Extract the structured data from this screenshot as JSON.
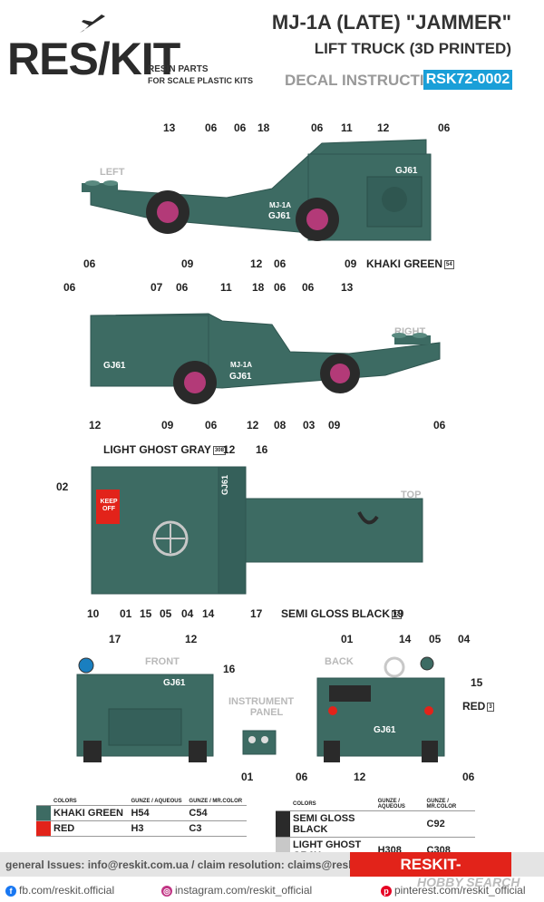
{
  "brand": {
    "logo": "RES/KIT",
    "sub1": "RESIN PARTS",
    "sub2": "FOR SCALE PLASTIC KITS"
  },
  "header": {
    "title_line1": "MJ-1A (LATE) \"JAMMER\"",
    "title_line2": "LIFT TRUCK (3D PRINTED)",
    "decal_instruction": "DECAL INSTRUCTION",
    "code": "RSK72-0002"
  },
  "views": {
    "left": {
      "title": "LEFT",
      "callouts_top": [
        "13",
        "06",
        "06",
        "18",
        "06",
        "11",
        "12",
        "06"
      ],
      "callouts_bottom": [
        "06",
        "09",
        "12",
        "06",
        "09"
      ],
      "paint_label": "KHAKI GREEN",
      "decals": [
        "GJ61",
        "GJ61",
        "MJ-1A"
      ]
    },
    "right": {
      "title": "RIGHT",
      "callouts_top": [
        "06",
        "07",
        "06",
        "11",
        "18",
        "06",
        "06",
        "13"
      ],
      "callouts_bottom": [
        "12",
        "09",
        "06",
        "12",
        "08",
        "03",
        "09",
        "06"
      ],
      "decals": [
        "GJ61",
        "GJ61",
        "MJ-1A"
      ]
    },
    "top": {
      "title": "TOP",
      "paint_label_1": "LIGHT GHOST GRAY",
      "paint_label_2": "SEMI GLOSS BLACK",
      "callouts": [
        "12",
        "16",
        "02",
        "10",
        "01",
        "15",
        "05",
        "04",
        "14",
        "17",
        "19"
      ],
      "keep_off": "KEEP OFF",
      "decal": "GJ61"
    },
    "front": {
      "title": "FRONT",
      "callouts": [
        "17",
        "12",
        "16"
      ],
      "decal": "GJ61"
    },
    "instrument": {
      "title_1": "INSTRUMENT",
      "title_2": "PANEL",
      "callout": "01"
    },
    "back": {
      "title": "BACK",
      "callouts": [
        "01",
        "14",
        "05",
        "04",
        "15",
        "06",
        "12",
        "06"
      ],
      "paint_label": "RED",
      "decal": "GJ61"
    }
  },
  "color_tables": {
    "headers": [
      "COLORS",
      "GUNZE / AQUEOUS",
      "GUNZE / MR.COLOR"
    ],
    "left": [
      {
        "name": "KHAKI GREEN",
        "aqueous": "H54",
        "mr": "C54",
        "hex": "#3d6b63"
      },
      {
        "name": "RED",
        "aqueous": "H3",
        "mr": "C3",
        "hex": "#e2231a"
      }
    ],
    "right": [
      {
        "name": "SEMI GLOSS BLACK",
        "aqueous": "",
        "mr": "C92",
        "hex": "#2a2a2a"
      },
      {
        "name": "LIGHT GHOST GRAY",
        "aqueous": "H308",
        "mr": "C308",
        "hex": "#c8c8c8"
      }
    ]
  },
  "footer": {
    "issues": "general Issues: info@reskit.com.ua / claim resolution: claims@reskit.com.ua",
    "site": "RESKIT-MODELS.COM",
    "fb": "fb.com/reskit.official",
    "insta": "instagram.com/reskit_official",
    "pin": "pinterest.com/reskit_official",
    "watermark": "HOBBY SEARCH"
  },
  "colors": {
    "khaki": "#3d6b63",
    "khaki_dark": "#2f5650",
    "red": "#e2231a",
    "blue": "#1a9fd8"
  }
}
